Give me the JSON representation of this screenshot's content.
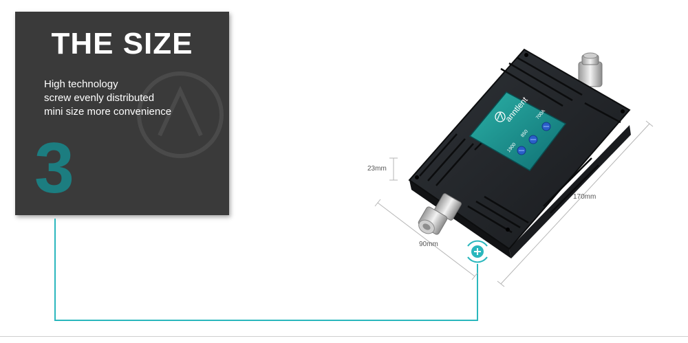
{
  "panel": {
    "title": "THE SIZE",
    "description": [
      "High technology",
      "screw evenly distributed",
      "mini size more convenience"
    ],
    "step_number": "3"
  },
  "product": {
    "brand": "anntlent",
    "bands": [
      "1900",
      "850",
      "700A"
    ]
  },
  "dimensions": {
    "height": "23mm",
    "width": "90mm",
    "length": "170mm"
  },
  "colors": {
    "accent": "#1c7d80",
    "panel_bg": "#3a3a3a",
    "connector_line": "#2ab7bd"
  },
  "icons": {
    "marker": "plus-circle-icon"
  }
}
